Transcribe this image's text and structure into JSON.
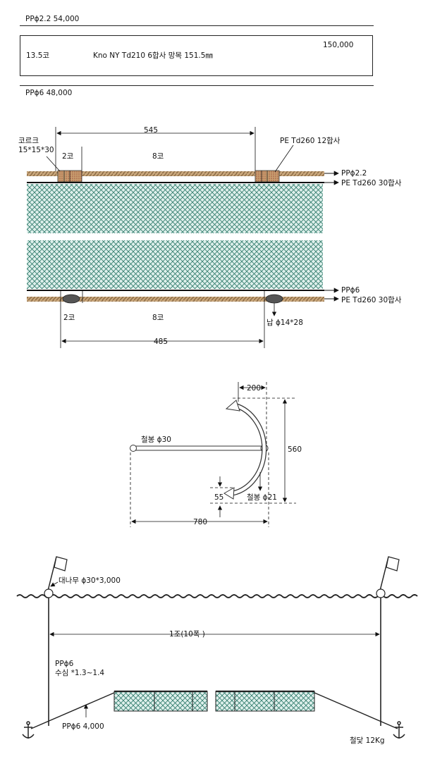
{
  "spec": {
    "float_line": "PPϕ2.2   54,000",
    "net_price": "150,000",
    "net_mesh": "13.5코",
    "net_desc": "Kno NY Td210 6합사 망목 151.5㎜",
    "sink_line": "PPϕ6   48,000"
  },
  "net_detail": {
    "cork_label": "코르크",
    "cork_size": "15*15*30",
    "dim_top": "545",
    "left_top_count": "2코",
    "mid_top_count": "8코",
    "pe_top": "PE Td260 12합사",
    "right_float": "PPϕ2.2",
    "right_top_twine": "PE Td260 30합사",
    "right_sink": "PPϕ6",
    "right_bottom_twine": "PE Td260 30합사",
    "left_bottom_count": "2코",
    "mid_bottom_count": "8코",
    "lead_label": "납 ϕ14*28",
    "dim_bottom": "485"
  },
  "frame": {
    "bar_label": "철봉 ϕ30",
    "arc_label": "철봉 ϕ21",
    "dim_200": "200",
    "dim_560": "560",
    "dim_55": "55",
    "dim_780": "780"
  },
  "setting": {
    "bamboo": "대나무 ϕ30*3,000",
    "span": "1조(10폭 )",
    "rope": "PPϕ6",
    "depth": "수심 *1.3~1.4",
    "rope_cost": "PPϕ6   4,000",
    "anchor": "철닻 12Kg"
  },
  "colors": {
    "rope": "#c9a77c",
    "net": "#2e7a6a",
    "net_bg": "#dff0ec",
    "lead": "#555555"
  }
}
